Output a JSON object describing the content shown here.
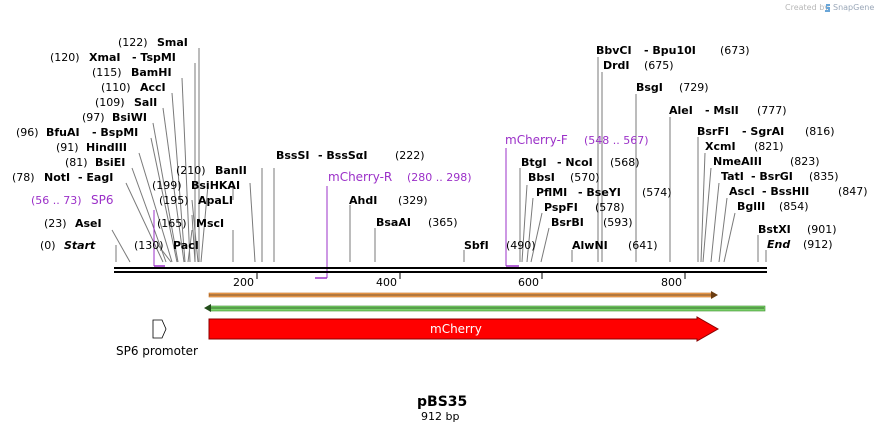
{
  "credit": {
    "created_by": "Created by",
    "brand": "SnapGene"
  },
  "plasmid": {
    "name": "pBS35",
    "length": "912 bp"
  },
  "ruler": {
    "ticks": [
      "200",
      "400",
      "600",
      "800"
    ]
  },
  "sites": {
    "smai": {
      "pos": "(122)",
      "name": "SmaI"
    },
    "xmai": {
      "pos": "(120)",
      "name": "XmaI",
      "extra": "- TspMI"
    },
    "bamhi": {
      "pos": "(115)",
      "name": "BamHI"
    },
    "acci": {
      "pos": "(110)",
      "name": "AccI"
    },
    "sali": {
      "pos": "(109)",
      "name": "SalI"
    },
    "bsiwi": {
      "pos": "(97)",
      "name": "BsiWI"
    },
    "bfuai": {
      "pos": "(96)",
      "name": "BfuAI",
      "extra": "- BspMI"
    },
    "hindiii": {
      "pos": "(91)",
      "name": "HindIII"
    },
    "bsiei": {
      "pos": "(81)",
      "name": "BsiEI"
    },
    "noti": {
      "pos": "(78)",
      "name": "NotI",
      "extra": "- EagI"
    },
    "asei": {
      "pos": "(23)",
      "name": "AseI"
    },
    "start": {
      "pos": "(0)",
      "name": "Start"
    },
    "pacI": {
      "pos": "(130)",
      "name": "PacI"
    },
    "msci": {
      "pos": "(165)",
      "name": "MscI"
    },
    "apali": {
      "pos": "(195)",
      "name": "ApaLI"
    },
    "bsihkai": {
      "pos": "(199)",
      "name": "BsiHKAI"
    },
    "banii": {
      "pos": "(210)",
      "name": "BanII"
    },
    "bssSI": {
      "pos": "(222)",
      "name": "BssSI",
      "extra": "- BssSαI"
    },
    "ahdi": {
      "pos": "(329)",
      "name": "AhdI"
    },
    "bsaai": {
      "pos": "(365)",
      "name": "BsaAI"
    },
    "sbfi": {
      "pos": "(490)",
      "name": "SbfI"
    },
    "bbvci": {
      "pos": "(673)",
      "name": "BbvCI",
      "extra": "- Bpu10I"
    },
    "drdi": {
      "pos": "(675)",
      "name": "DrdI"
    },
    "bsgi": {
      "pos": "(729)",
      "name": "BsgI"
    },
    "alei": {
      "pos": "(777)",
      "name": "AleI",
      "extra": "- MslI"
    },
    "btgi": {
      "pos": "(568)",
      "name": "BtgI",
      "extra": "- NcoI"
    },
    "bbsi": {
      "pos": "(570)",
      "name": "BbsI"
    },
    "pflmi": {
      "pos": "(574)",
      "name": "PflMI",
      "extra": "- BseYI"
    },
    "pspfi": {
      "pos": "(578)",
      "name": "PspFI"
    },
    "bsrbi": {
      "pos": "(593)",
      "name": "BsrBI"
    },
    "alwni": {
      "pos": "(641)",
      "name": "AlwNI"
    },
    "bsrfi": {
      "pos": "(816)",
      "name": "BsrFI",
      "extra": "- SgrAI"
    },
    "xcmi": {
      "pos": "(821)",
      "name": "XcmI"
    },
    "nmeaiii": {
      "pos": "(823)",
      "name": "NmeAIII"
    },
    "tati": {
      "pos": "(835)",
      "name": "TatI",
      "extra": "- BsrGI"
    },
    "asci": {
      "pos": "(847)",
      "name": "AscI",
      "extra": "- BssHII"
    },
    "bglii": {
      "pos": "(854)",
      "name": "BglII"
    },
    "bstxi": {
      "pos": "(901)",
      "name": "BstXI"
    },
    "end": {
      "pos": "(912)",
      "name": "End"
    }
  },
  "primers": {
    "sp6": {
      "range": "(56 .. 73)",
      "name": "SP6"
    },
    "mcherry_r": {
      "name": "mCherry-R",
      "range": "(280 .. 298)"
    },
    "mcherry_f": {
      "name": "mCherry-F",
      "range": "(548 .. 567)"
    }
  },
  "features": {
    "sp6_promoter": {
      "label": "SP6 promoter"
    },
    "mcherry": {
      "label": "mCherry"
    }
  },
  "colors": {
    "primer": "#9b30c8",
    "mcherry": "#ff0000",
    "orf_top": "#f2a65a",
    "orf_bottom": "#7bd26a"
  }
}
